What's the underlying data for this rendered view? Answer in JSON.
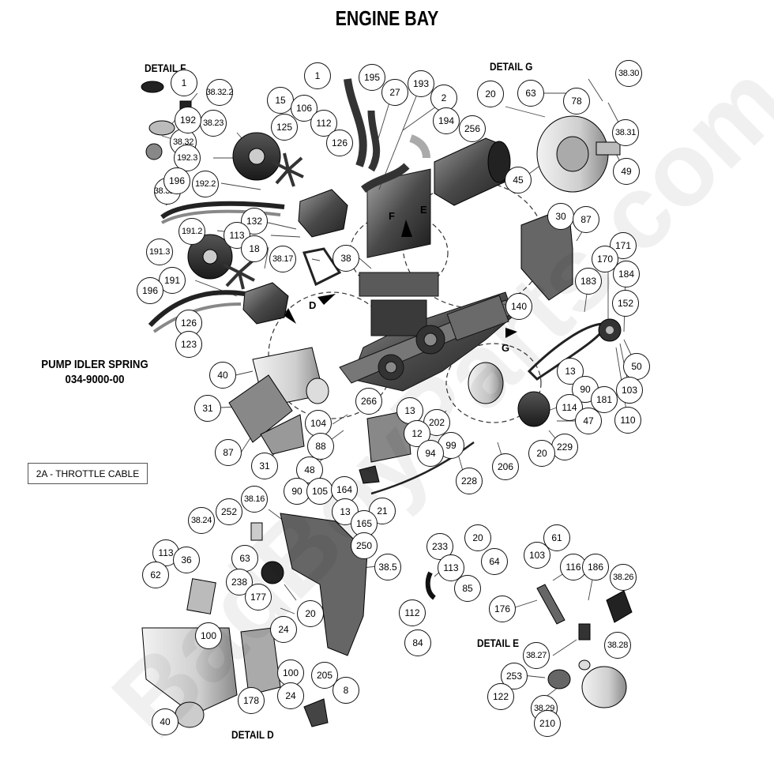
{
  "title": "ENGINE BAY",
  "details": {
    "f": "DETAIL F",
    "g": "DETAIL G",
    "d": "DETAIL D",
    "e": "DETAIL E"
  },
  "spring": {
    "line1": "PUMP IDLER SPRING",
    "line2": "034-9000-00"
  },
  "throttle_button": "2A - THROTTLE CABLE",
  "view_arrows": [
    "F",
    "E",
    "D",
    "G"
  ],
  "watermark": "BadBoyParts.com",
  "callouts": [
    "1",
    "38.32.2",
    "38.23",
    "38.32",
    "38.32.1",
    "192",
    "192.3",
    "192.2",
    "196",
    "191.2",
    "191.3",
    "191",
    "196",
    "126",
    "123",
    "15",
    "106",
    "112",
    "125",
    "126",
    "1",
    "195",
    "193",
    "27",
    "2",
    "194",
    "256",
    "132",
    "113",
    "18",
    "38.17",
    "38",
    "20",
    "63",
    "78",
    "38.30",
    "38.31",
    "45",
    "49",
    "30",
    "87",
    "171",
    "170",
    "184",
    "183",
    "152",
    "140",
    "13",
    "90",
    "181",
    "50",
    "103",
    "110",
    "40",
    "31",
    "87",
    "31",
    "104",
    "88",
    "48",
    "266",
    "13",
    "202",
    "12",
    "99",
    "94",
    "114",
    "47",
    "229",
    "20",
    "206",
    "228",
    "90",
    "105",
    "164",
    "21",
    "13",
    "165",
    "38.16",
    "252",
    "38.24",
    "250",
    "63",
    "238",
    "177",
    "38.5",
    "113",
    "36",
    "62",
    "20",
    "24",
    "100",
    "178",
    "100",
    "24",
    "205",
    "8",
    "40",
    "233",
    "113",
    "85",
    "112",
    "84",
    "20",
    "64",
    "103",
    "61",
    "116",
    "186",
    "38.26",
    "176",
    "38.27",
    "38.28",
    "253",
    "122",
    "38.29",
    "210"
  ]
}
